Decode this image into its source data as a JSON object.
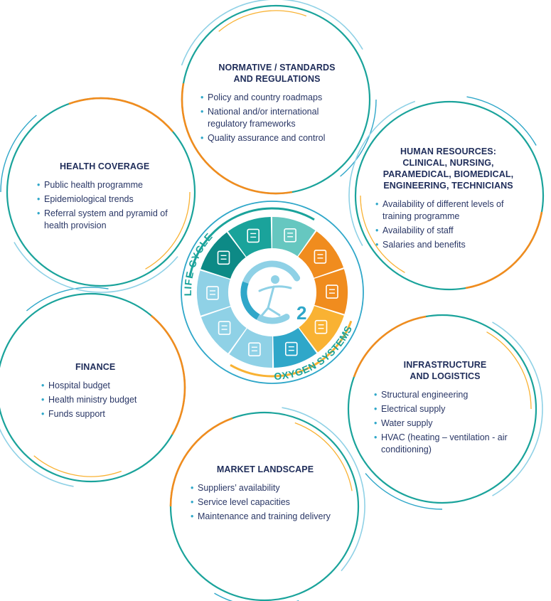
{
  "colors": {
    "teal_dark": "#0d8a86",
    "teal": "#1aa39b",
    "teal_light": "#66c7c0",
    "blue": "#2fa7c9",
    "blue_light": "#8fd1e6",
    "orange": "#f08c1e",
    "amber": "#f9b233",
    "text": "#1f2d5a"
  },
  "center": {
    "label_top": "LIFE CYCLE",
    "label_bottom": "OXYGEN SYSTEMS",
    "icons": [
      "monitor-icon",
      "magnifier-icon",
      "clipboard-icon",
      "boxes-icon",
      "handshake-icon",
      "crane-icon",
      "worker-icon",
      "certificate-icon",
      "documents-icon",
      "checklist-icon"
    ]
  },
  "pillars": [
    {
      "key": "normative",
      "title_lines": [
        "NORMATIVE / STANDARDS",
        "AND REGULATIONS"
      ],
      "items": [
        "Policy and country roadmaps",
        "National and/or international regulatory frameworks",
        "Quality assurance and control"
      ]
    },
    {
      "key": "human-resources",
      "title_lines": [
        "HUMAN RESOURCES:",
        "CLINICAL, NURSING,",
        "PARAMEDICAL, BIOMEDICAL,",
        "ENGINEERING, TECHNICIANS"
      ],
      "items": [
        "Availability of different levels of training programme",
        "Availability of staff",
        "Salaries and benefits"
      ]
    },
    {
      "key": "infrastructure",
      "title_lines": [
        "INFRASTRUCTURE",
        "AND LOGISTICS"
      ],
      "items": [
        "Structural engineering",
        "Electrical supply",
        "Water supply",
        "HVAC (heating – ventilation - air conditioning)"
      ]
    },
    {
      "key": "market",
      "title_lines": [
        "MARKET LANDSCAPE"
      ],
      "items": [
        "Suppliers’ availability",
        "Service level capacities",
        "Maintenance and training delivery"
      ]
    },
    {
      "key": "finance",
      "title_lines": [
        "FINANCE"
      ],
      "items": [
        "Hospital budget",
        "Health ministry budget",
        "Funds support"
      ]
    },
    {
      "key": "health-coverage",
      "title_lines": [
        "HEALTH COVERAGE"
      ],
      "items": [
        "Public health programme",
        "Epidemiological trends",
        "Referral system and pyramid of health provision"
      ]
    }
  ]
}
